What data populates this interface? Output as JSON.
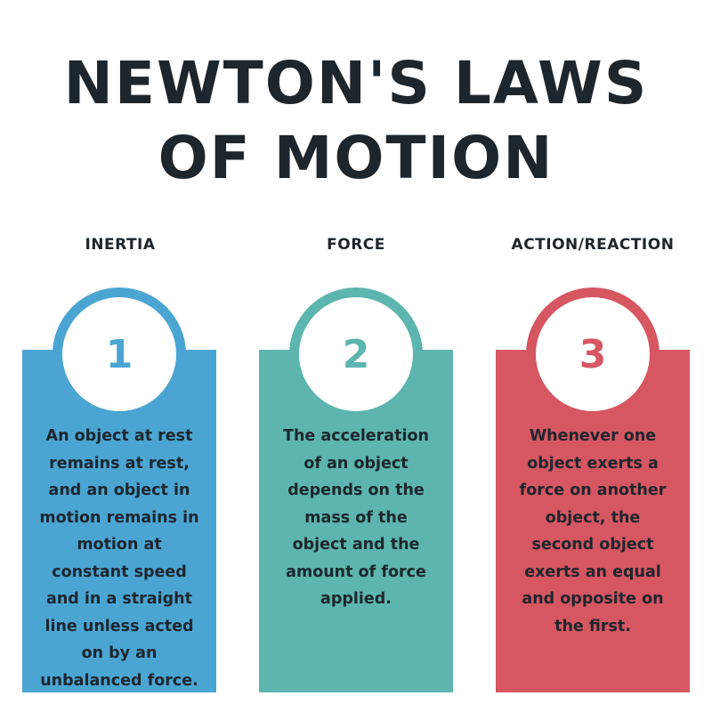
{
  "title": {
    "line1": "NEWTON'S LAWS",
    "line2": "OF MOTION"
  },
  "colors": {
    "text_dark": "#1e262d",
    "law1_blue": "#4ba5d3",
    "law2_teal": "#5cb5ae",
    "law3_red": "#d65662"
  },
  "laws": [
    {
      "label": "INERTIA",
      "number": "1",
      "lines": [
        "An object at rest",
        "remains at rest,",
        "and an object in",
        "motion remains in",
        "motion at",
        "constant speed",
        "and in a straight",
        "line unless acted",
        "on by an",
        "unbalanced force."
      ]
    },
    {
      "label": "FORCE",
      "number": "2",
      "lines": [
        "The acceleration",
        "of an object",
        "depends on the",
        "mass of the",
        "object and the",
        "amount of force",
        "applied."
      ]
    },
    {
      "label": "ACTION/REACTION",
      "number": "3",
      "lines": [
        "Whenever one",
        "object exerts a",
        "force on another",
        "object, the",
        "second object",
        "exerts an equal",
        "and opposite on",
        "the first."
      ]
    }
  ]
}
